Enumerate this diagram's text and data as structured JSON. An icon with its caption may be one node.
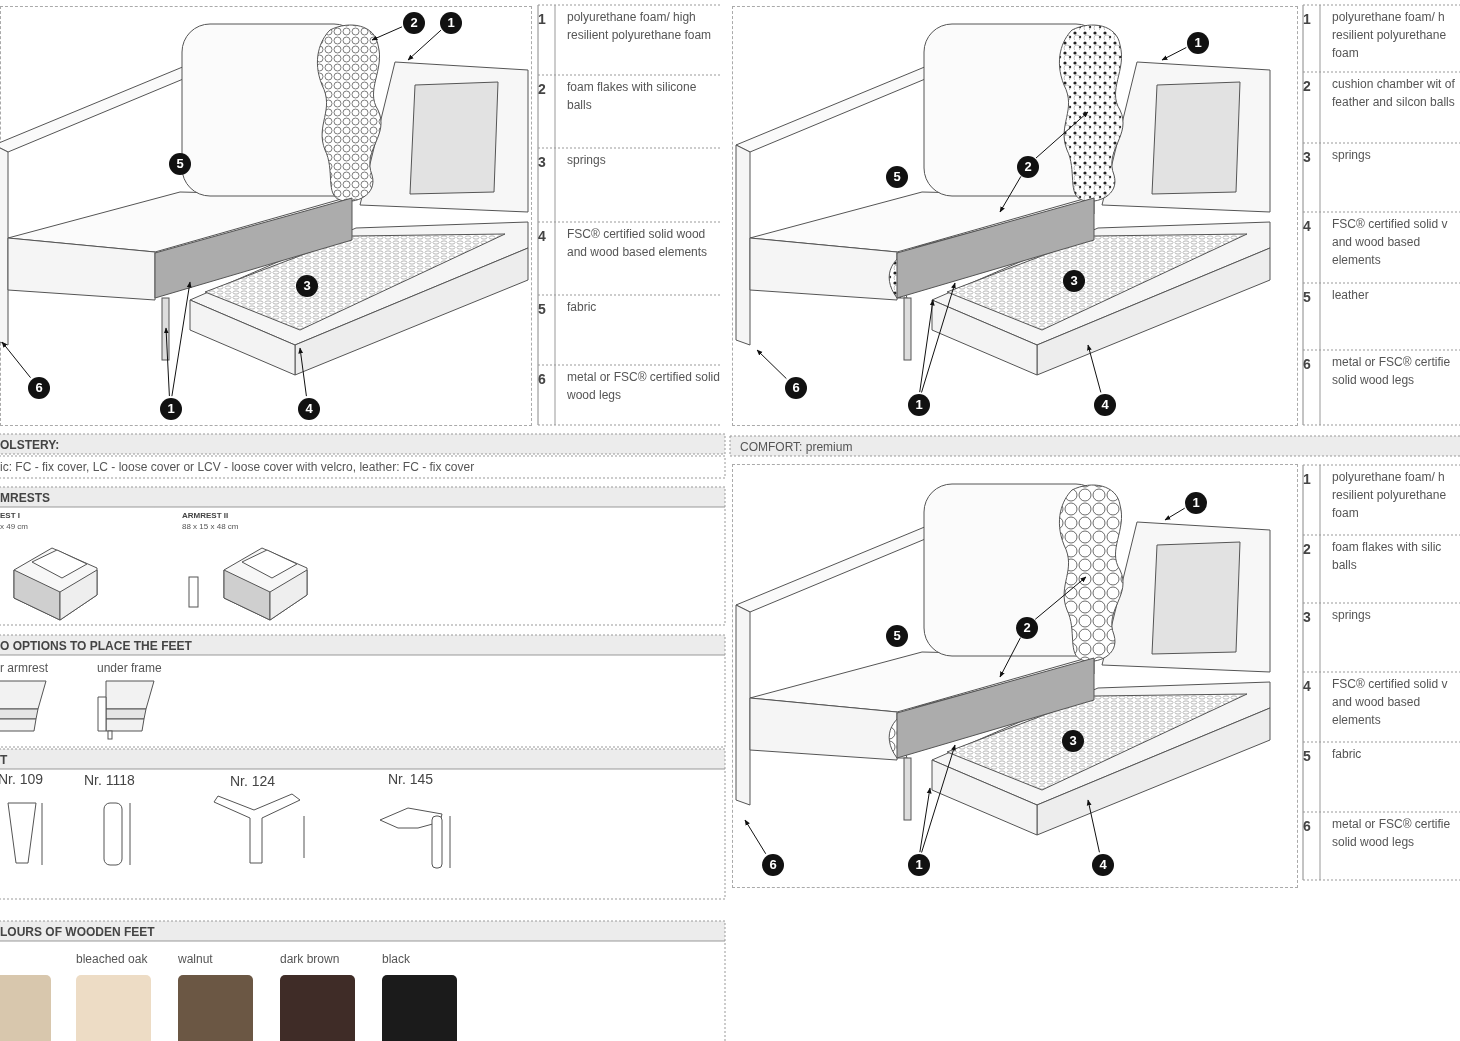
{
  "diagram": {
    "nodes": [
      {
        "text": [],
        "shape": "picture"
      },
      {
        "text": [
          "2"
        ],
        "in": 0
      },
      {
        "text": [
          "1"
        ],
        "in": 0
      },
      {
        "text": [
          "5"
        ],
        "in": 0
      },
      {
        "text": [
          "3"
        ],
        "in": 0
      },
      {
        "text": [
          "6"
        ],
        "in": 0
      },
      {
        "text": [
          "1"
        ],
        "in": 0
      },
      {
        "text": [
          "4"
        ],
        "in": 0
      },
      {
        "text": [],
        "shape": "picture"
      },
      {
        "text": [
          "1"
        ],
        "in": 8
      },
      {
        "text": [
          "2"
        ],
        "in": 8
      },
      {
        "text": [
          "5"
        ],
        "in": 8
      },
      {
        "text": [
          "3"
        ],
        "in": 8
      },
      {
        "text": [
          "6"
        ],
        "in": 8
      },
      {
        "text": [
          "1"
        ],
        "in": 8
      },
      {
        "text": [
          "4"
        ],
        "in": 8
      },
      {
        "text": [],
        "shape": "picture"
      },
      {
        "text": [
          "1"
        ],
        "in": 16
      },
      {
        "text": [
          "2"
        ],
        "in": 16
      },
      {
        "text": [
          "5"
        ],
        "in": 16
      },
      {
        "text": [
          "3"
        ],
        "in": 16
      },
      {
        "text": [
          "6"
        ],
        "in": 16
      },
      {
        "text": [
          "1"
        ],
        "in": 16
      },
      {
        "text": [
          "4"
        ],
        "in": 16
      }
    ],
    "edges": [
      {
        "from": 1,
        "to": 0,
        "arrow": "to"
      },
      {
        "from": 2,
        "to": 0,
        "arrow": "to"
      },
      {
        "from": 5,
        "to": 0,
        "arrow": "to"
      },
      {
        "from": 6,
        "to": 0,
        "arrow": "to"
      },
      {
        "from": 6,
        "to": 0,
        "arrow": "to"
      },
      {
        "from": 7,
        "to": 0,
        "arrow": "to"
      },
      {
        "from": 9,
        "to": 8,
        "arrow": "to"
      },
      {
        "from": 10,
        "to": 8,
        "arrow": "to"
      },
      {
        "from": 10,
        "to": 8,
        "arrow": "to"
      },
      {
        "from": 13,
        "to": 8,
        "arrow": "to"
      },
      {
        "from": 14,
        "to": 8,
        "arrow": "to"
      },
      {
        "from": 14,
        "to": 8,
        "arrow": "to"
      },
      {
        "from": 15,
        "to": 8,
        "arrow": "to"
      },
      {
        "from": 17,
        "to": 16,
        "arrow": "to"
      },
      {
        "from": 18,
        "to": 16,
        "arrow": "to"
      },
      {
        "from": 18,
        "to": 16,
        "arrow": "to"
      },
      {
        "from": 21,
        "to": 16,
        "arrow": "to"
      },
      {
        "from": 22,
        "to": 16,
        "arrow": "to"
      },
      {
        "from": 22,
        "to": 16,
        "arrow": "to"
      },
      {
        "from": 23,
        "to": 16,
        "arrow": "to"
      }
    ],
    "labels": [
      "1",
      "polyurethane foam/ high resilient polyurethane foam",
      "2",
      "foam flakes with silicone balls",
      "3",
      "springs",
      "4",
      "FSC® certified solid wood and wood based elements",
      "5",
      "fabric",
      "6",
      "metal or FSC® certified solid wood legs",
      "1",
      "polyurethane foam/ h resilient polyurethane foam",
      "2",
      "cushion chamber wit of feather and silcon balls",
      "3",
      "springs",
      "4",
      "FSC® certified solid v and wood based elements",
      "5",
      "leather",
      "6",
      "metal or FSC® certifie solid wood legs",
      "1",
      "polyurethane foam/ h resilient polyurethane foam",
      "2",
      "foam flakes with silic balls",
      "3",
      "springs",
      "4",
      "FSC® certified solid v and wood based elements",
      "5",
      "fabric",
      "6",
      "metal or FSC® certifie solid wood legs",
      "OLSTERY:",
      "ic: FC - fix cover, LC - loose cover or LCV - loose cover with velcro, leather: FC - fix cover",
      "MRESTS",
      "EST I",
      "x 49 cm",
      "ARMREST II",
      "88 x 15 x 48 cm",
      "O OPTIONS TO PLACE THE FEET",
      "r armrest",
      "under frame",
      "T",
      "Nr. 109",
      "Nr. 1118",
      "Nr. 124",
      "Nr. 145",
      "LOURS OF WOODEN FEET",
      "COMFORT: premium"
    ],
    "legend": [
      {
        "text": "bleached oak",
        "color": "#eddcc5"
      },
      {
        "text": "walnut",
        "color": "#6b5744"
      },
      {
        "text": "dark brown",
        "color": "#3f2c27"
      },
      {
        "text": "black",
        "color": "#1b1b1b"
      }
    ]
  }
}
